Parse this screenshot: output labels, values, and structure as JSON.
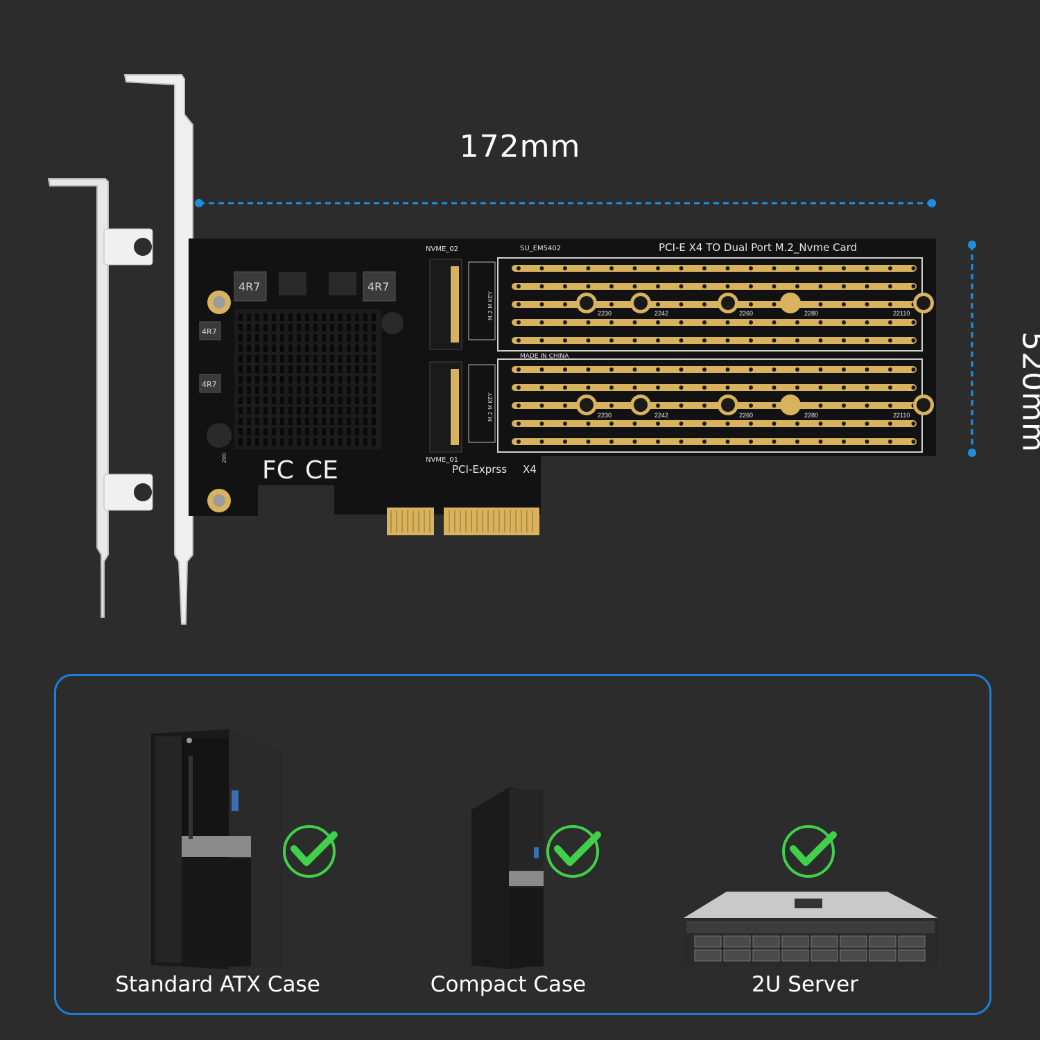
{
  "dimensions": {
    "width_label": "172mm",
    "height_label": "520mm"
  },
  "card": {
    "title": "PCI-E  X4  TO  Dual  Port  M.2_Nvme  Card",
    "model": "SU_EM5402",
    "made_in": "MADE  IN  CHINA",
    "slot_top_label": "NVME_02",
    "slot_bottom_label": "NVME_01",
    "interface_label": "PCI-Exprss",
    "lane_label": "X4",
    "key_label": "M.2 M KEY",
    "inductor_label": "4R7",
    "small_inductor_label": "4R7",
    "cap_label": "200",
    "fc_mark": "FC",
    "ce_mark": "CE",
    "length_marks": [
      "2230",
      "2242",
      "2260",
      "2280",
      "22110"
    ]
  },
  "compatibility": {
    "items": [
      {
        "label": "Standard ATX Case",
        "supported": true
      },
      {
        "label": "Compact Case",
        "supported": true
      },
      {
        "label": "2U Server",
        "supported": true
      }
    ]
  },
  "colors": {
    "background": "#2c2c2c",
    "accent_blue": "#1e7fd6",
    "check_green": "#3fd14a",
    "pcb": "#121212",
    "gold": "#d9b25e"
  }
}
